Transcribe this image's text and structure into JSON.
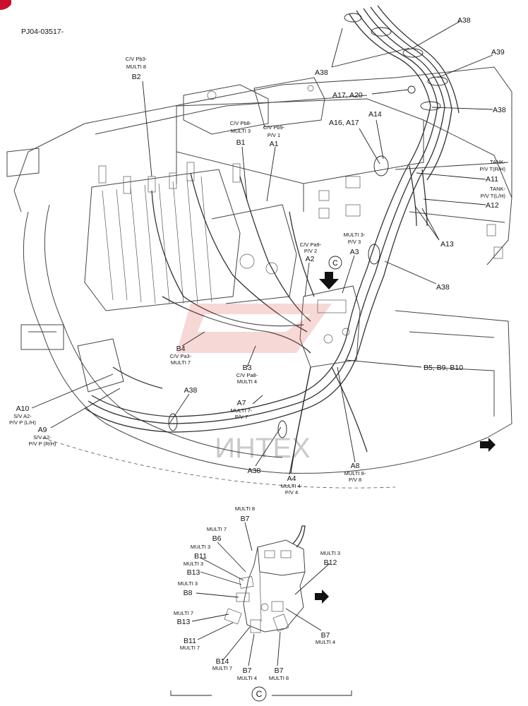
{
  "doc_id": "PJ04-03517-",
  "watermark": "ИНТЕХ",
  "view_marker": "C",
  "labels": {
    "a38_top": "A38",
    "a38_left": "A38",
    "a39": "A39",
    "a17_a20": "A17, A20",
    "a38_right": "A38",
    "a16_a17": "A16, A17",
    "a14": "A14",
    "tank_rh_1": "TANK-",
    "tank_rh_2": "P/V T(R/H)",
    "a11": "A11",
    "tank_lh_1": "TANK-",
    "tank_lh_2": "P/V T(L/H)",
    "a12": "A12",
    "a13": "A13",
    "b2_sub1": "C/V Pb3-",
    "b2_sub2": "MULTI 8",
    "b2": "B2",
    "b1_sub1": "C/V Pb8-",
    "b1_sub2": "MULTI 3",
    "b1": "B1",
    "a1_sub1": "C/V Pb9-",
    "a1_sub2": "P/V 1",
    "a1": "A1",
    "a2_sub1": "C/V Pa9-",
    "a2_sub2": "P/V 2",
    "a2": "A2",
    "a3_sub1": "MULTI 3-",
    "a3_sub2": "P/V 3",
    "a3": "A3",
    "a38_mid": "A38",
    "b4": "B4",
    "b4_sub1": "C/V Pa3-",
    "b4_sub2": "MULTI 7",
    "b3": "B3",
    "b3_sub1": "C/V Pa8-",
    "b3_sub2": "MULTI 4",
    "b5_b9_b10": "B5, B9, B10",
    "a38_low": "A38",
    "a10": "A10",
    "a10_sub1": "S/V A2-",
    "a10_sub2": "P/V P (L/H)",
    "a9": "A9",
    "a9_sub1": "S/V A2-",
    "a9_sub2": "P/V P (R/H)",
    "a7": "A7",
    "a7_sub1": "MULTI 7-",
    "a7_sub2": "P/V 7",
    "a38_bottom": "A38",
    "a8": "A8",
    "a8_sub1": "MULTI 8-",
    "a8_sub2": "P/V 8",
    "a4": "A4",
    "a4_sub1": "MULTI 4-",
    "a4_sub2": "P/V 4"
  },
  "detail_labels": {
    "b7_top_sub": "MULTI 8",
    "b7_top": "B7",
    "b6_sub": "MULTI 7",
    "b6": "B6",
    "b11_top_sub": "MULTI 3",
    "b11_top": "B11",
    "b13_top_sub": "MULTI 3",
    "b13_top": "B13",
    "b8_sub": "MULTI 3",
    "b8": "B8",
    "b12_sub": "MULTI 3",
    "b12": "B12",
    "b13_low_sub": "MULTI 7",
    "b13_low": "B13",
    "b11_low": "B11",
    "b11_low_sub": "MULTI 7",
    "b14": "B14",
    "b14_sub": "MULTI 7",
    "b7_mid": "B7",
    "b7_mid_sub": "MULTI 4",
    "b7_bl": "B7",
    "b7_bl_sub": "MULTI 4",
    "b7_br": "B7",
    "b7_br_sub": "MULTI 8"
  }
}
